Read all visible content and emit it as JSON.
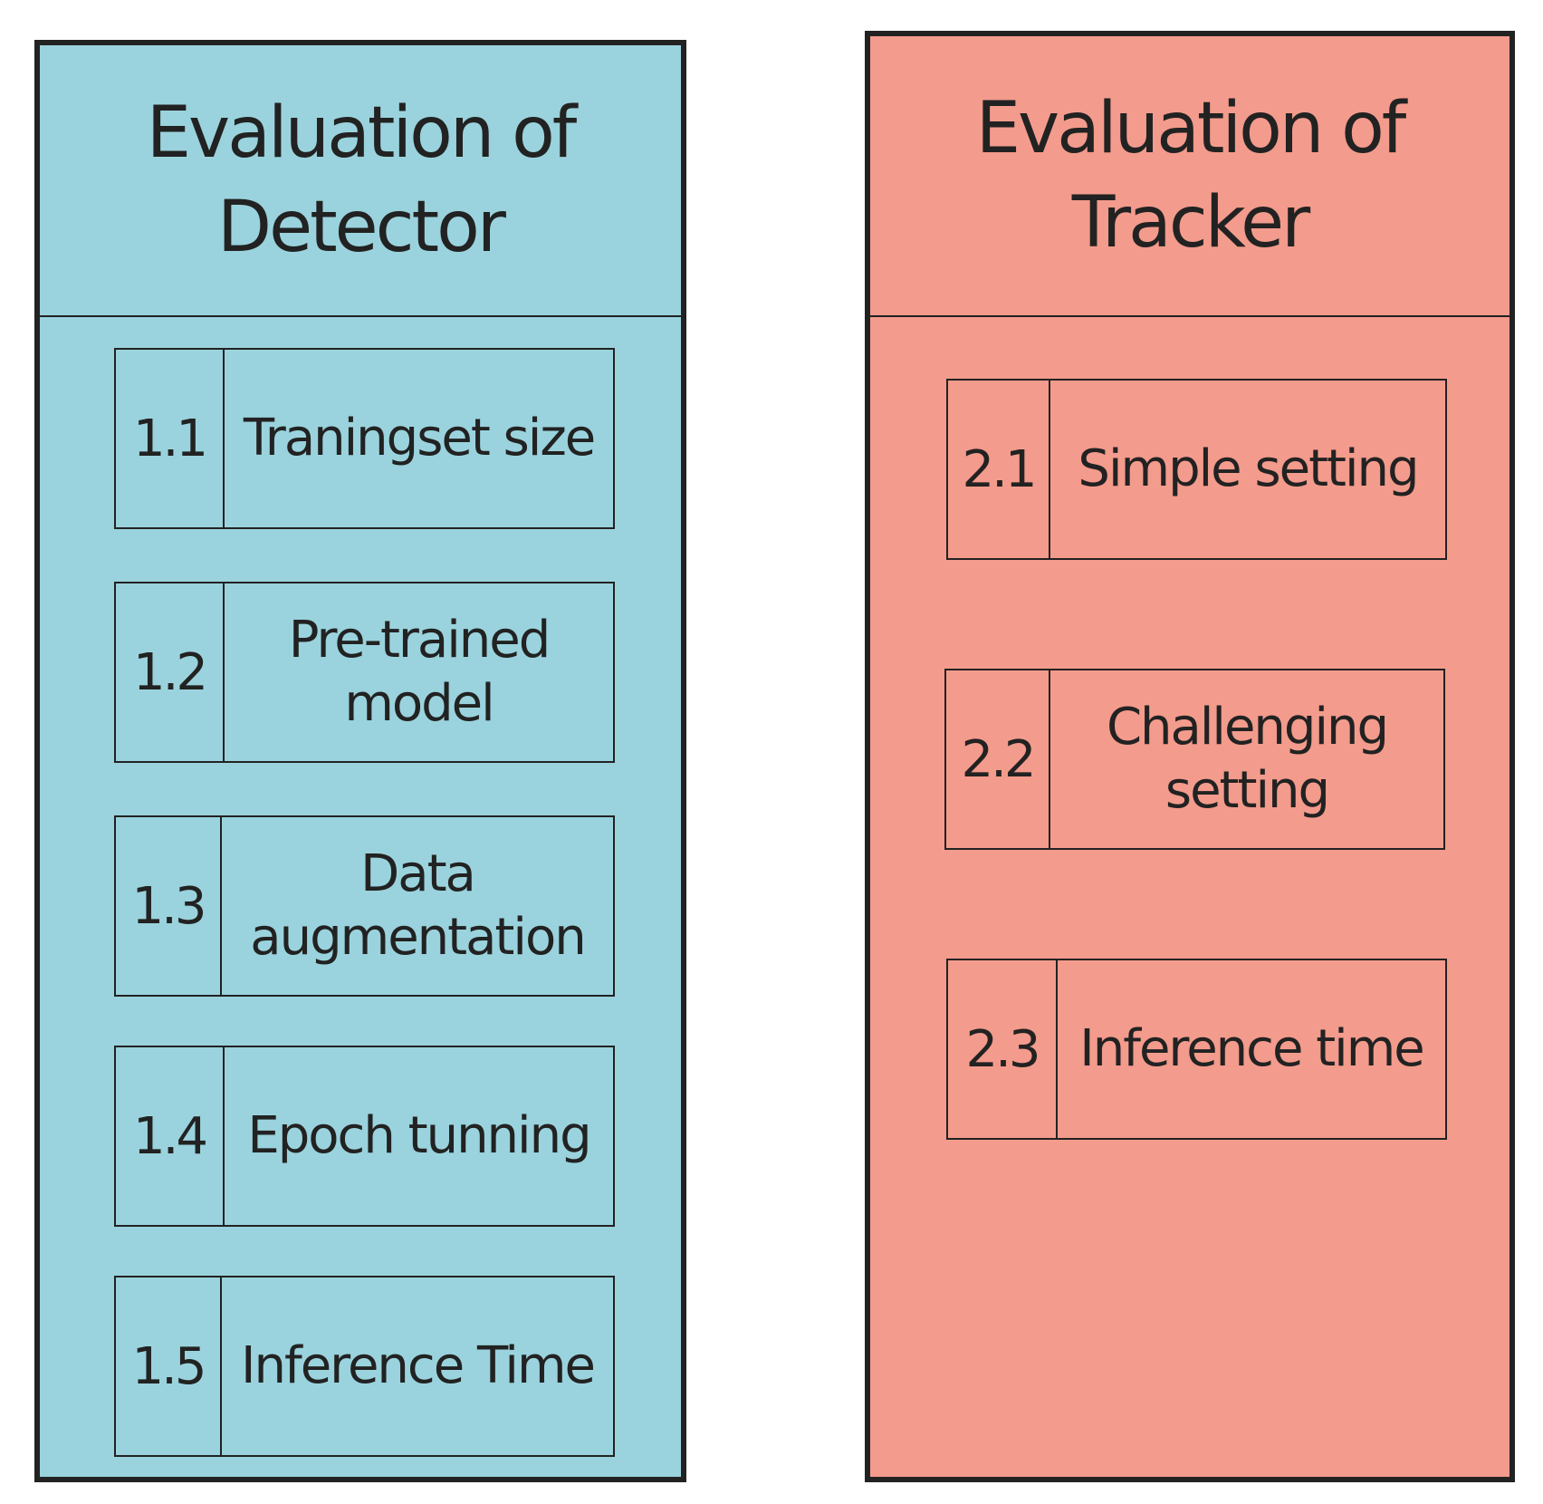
{
  "colors": {
    "detector_bg": "#9ad3dd",
    "tracker_bg": "#f39b8c",
    "stroke": "#222222"
  },
  "detector": {
    "title": "Evaluation of Detector",
    "items": [
      {
        "num": "1.1",
        "label": "Traningset size"
      },
      {
        "num": "1.2",
        "label": "Pre-trained model"
      },
      {
        "num": "1.3",
        "label": "Data augmentation"
      },
      {
        "num": "1.4",
        "label": "Epoch tunning"
      },
      {
        "num": "1.5",
        "label": "Inference Time"
      }
    ]
  },
  "tracker": {
    "title": "Evaluation of Tracker",
    "items": [
      {
        "num": "2.1",
        "label": "Simple setting"
      },
      {
        "num": "2.2",
        "label": "Challenging setting"
      },
      {
        "num": "2.3",
        "label": "Inference time"
      }
    ]
  }
}
